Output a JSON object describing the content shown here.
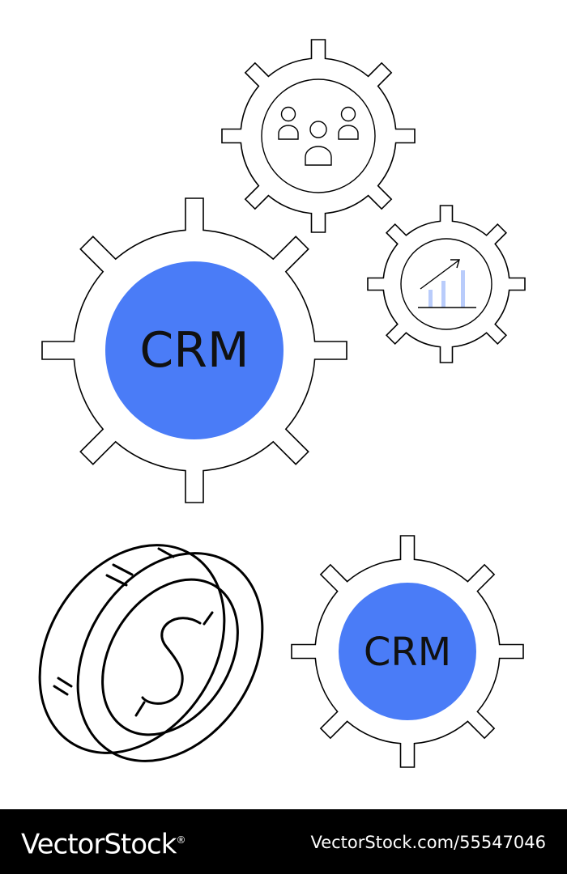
{
  "colors": {
    "accent": "#4a7cf7",
    "accent_light": "#b9ccfb",
    "outline": "#000000",
    "background": "#ffffff",
    "footer_background": "#000000"
  },
  "illustration": {
    "large_gear": {
      "label": "CRM",
      "icon": "gear-icon"
    },
    "small_gear": {
      "label": "CRM",
      "icon": "gear-icon"
    },
    "people_gear": {
      "icon": "team-icon"
    },
    "chart_gear": {
      "icon": "growth-chart-icon"
    },
    "coin": {
      "icon": "dollar-coin-icon"
    }
  },
  "footer": {
    "brand": "VectorStock",
    "registered_mark": "®",
    "image_id": "VectorStock.com/55547046"
  }
}
